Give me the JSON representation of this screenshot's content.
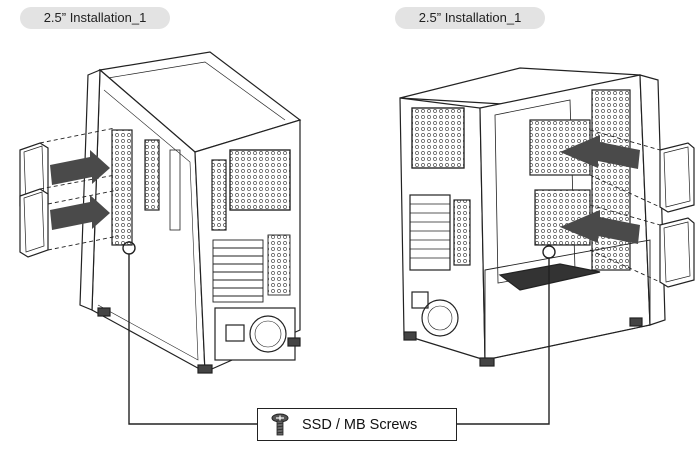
{
  "panels": {
    "left": {
      "title": "2.5” Installation_1"
    },
    "right": {
      "title": "2.5” Installation_1"
    }
  },
  "callout": {
    "label": "SSD / MB Screws",
    "icon": "screw-icon"
  },
  "colors": {
    "line": "#222222",
    "arrow": "#4a4a4a",
    "pill": "#e3e3e3"
  }
}
